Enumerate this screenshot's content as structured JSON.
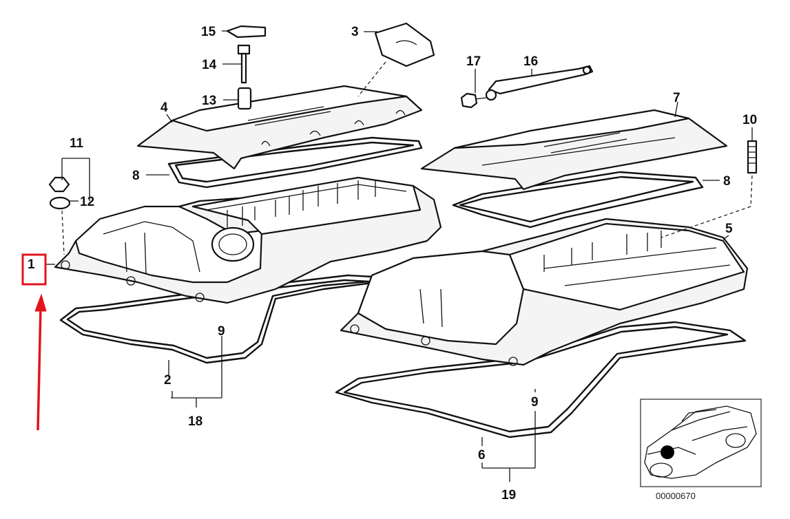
{
  "callouts": {
    "c1": "1",
    "c2": "2",
    "c3": "3",
    "c4": "4",
    "c5": "5",
    "c6": "6",
    "c7": "7",
    "c8a": "8",
    "c8b": "8",
    "c9a": "9",
    "c9b": "9",
    "c10": "10",
    "c11": "11",
    "c12": "12",
    "c13": "13",
    "c14": "14",
    "c15": "15",
    "c16": "16",
    "c17": "17",
    "c18": "18",
    "c19": "19"
  },
  "diagram_id": "00000670",
  "highlight": {
    "target_callout": "1",
    "color": "#e3131b"
  },
  "inset": {
    "subject": "car-silhouette",
    "marker_color": "#000000"
  }
}
